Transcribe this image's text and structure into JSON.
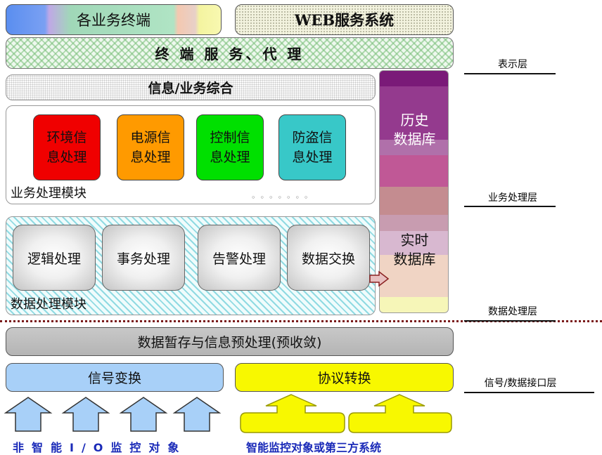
{
  "top": {
    "terminals": "各业务终端",
    "web": "WEB服务系统"
  },
  "terminal_service": "终 端 服 务、代 理",
  "info_summary": "信息/业务综合",
  "databases": {
    "history": [
      "历史",
      "数据库"
    ],
    "realtime": [
      "实时",
      "数据库"
    ]
  },
  "business_module": {
    "label": "业务处理模块",
    "items": [
      {
        "lines": [
          "环境信",
          "息处理"
        ],
        "color": "#f00000"
      },
      {
        "lines": [
          "电源信",
          "息处理"
        ],
        "color": "#ff9a00"
      },
      {
        "lines": [
          "控制信",
          "息处理"
        ],
        "color": "#00e000"
      },
      {
        "lines": [
          "防盗信",
          "息处理"
        ],
        "color": "#38c8c8"
      }
    ]
  },
  "data_module": {
    "label": "数据处理模块",
    "items": [
      "逻辑处理",
      "事务处理",
      "告警处理",
      "数据交换"
    ]
  },
  "buffer": "数据暂存与信息预处理(预收敛)",
  "signal": "信号变换",
  "protocol": "协议转换",
  "bottom_labels": {
    "left": "非智能I/O监控对象",
    "right": "智能监控对象或第三方系统"
  },
  "layers": {
    "presentation": "表示层",
    "business": "业务处理层",
    "data": "数据处理层",
    "interface": "信号/数据接口层"
  },
  "colors": {
    "signal_arrow": "#a8d0f8",
    "protocol_arrow": "#f8f800",
    "bottom_text": "#1a2ab8"
  }
}
